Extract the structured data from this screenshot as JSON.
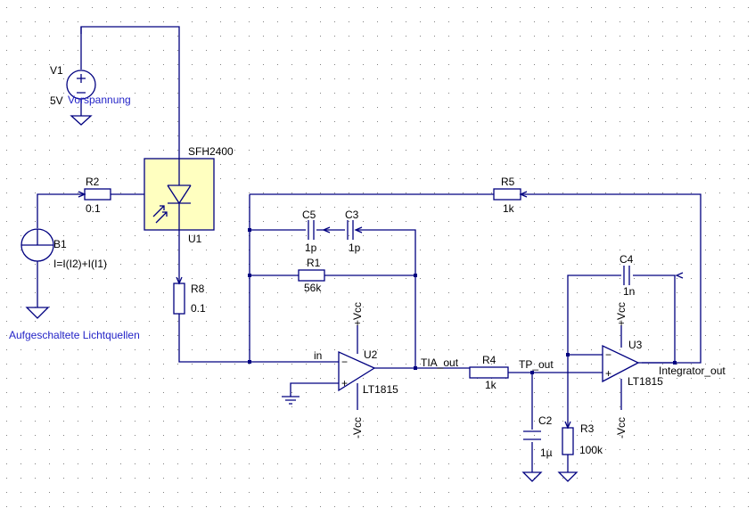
{
  "colors": {
    "wire": "#000080",
    "background": "#ffffff",
    "grid": "#808080",
    "photodiode_fill": "#ffffc0",
    "annotation": "#2424c8"
  },
  "components": {
    "v1": {
      "ref": "V1",
      "value": "5V",
      "note": "Vorspannung"
    },
    "b1": {
      "ref": "B1",
      "value": "I=I(I2)+I(I1)",
      "note": "Aufgeschaltete Lichtquellen"
    },
    "r2": {
      "ref": "R2",
      "value": "0.1"
    },
    "u1": {
      "ref": "U1",
      "part": "SFH2400"
    },
    "r8": {
      "ref": "R8",
      "value": "0.1"
    },
    "r5": {
      "ref": "R5",
      "value": "1k"
    },
    "c5": {
      "ref": "C5",
      "value": "1p"
    },
    "c3": {
      "ref": "C3",
      "value": "1p"
    },
    "r1": {
      "ref": "R1",
      "value": "56k"
    },
    "u2": {
      "ref": "U2",
      "part": "LT1815",
      "vpos": "+Vcc",
      "vneg": "-Vcc"
    },
    "r4": {
      "ref": "R4",
      "value": "1k"
    },
    "c2": {
      "ref": "C2",
      "value": "1µ"
    },
    "r3": {
      "ref": "R3",
      "value": "100k"
    },
    "c4": {
      "ref": "C4",
      "value": "1n"
    },
    "u3": {
      "ref": "U3",
      "part": "LT1815",
      "vpos": "+Vcc",
      "vneg": "-Vcc"
    }
  },
  "nets": {
    "in": "in",
    "tia_out": "TIA_out",
    "tp_out": "TP_out",
    "integrator_out": "Integrator_out"
  }
}
